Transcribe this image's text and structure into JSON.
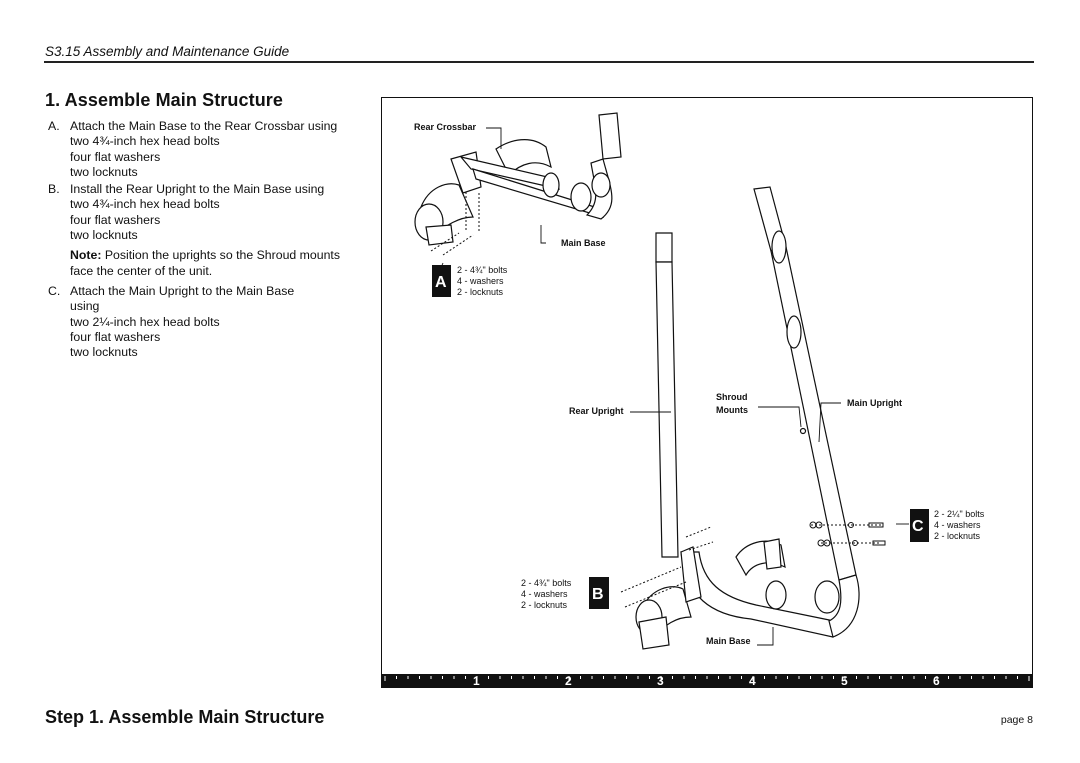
{
  "header": {
    "guide_title": "S3.15 Assembly and Maintenance Guide"
  },
  "section": {
    "heading": "1. Assemble Main Structure"
  },
  "steps": [
    {
      "letter": "A.",
      "lines": [
        "Attach the Main Base to the Rear Crossbar using",
        "two 4¾-inch hex head bolts",
        "four flat washers",
        "two locknuts"
      ]
    },
    {
      "letter": "B.",
      "lines": [
        "Install the Rear Upright to the Main Base using",
        "two 4¾-inch hex head bolts",
        "four flat washers",
        "two locknuts"
      ]
    },
    {
      "letter": "C.",
      "lines": [
        "Attach the Main Upright to the Main Base",
        "using",
        "two 2¼-inch hex head bolts",
        "four flat washers",
        "two locknuts"
      ]
    }
  ],
  "note": {
    "label": "Note:",
    "text": "Position the uprights so the Shroud mounts face the center of the unit."
  },
  "diagram": {
    "labels": {
      "rear_crossbar": "Rear Crossbar",
      "main_base_top": "Main Base",
      "rear_upright": "Rear Upright",
      "shroud": "Shroud",
      "mounts": "Mounts",
      "main_upright": "Main Upright",
      "main_base_bottom": "Main Base"
    },
    "callouts": [
      {
        "letter": "A",
        "lines": [
          "2 - 4¾\" bolts",
          "4 - washers",
          "2  - locknuts"
        ]
      },
      {
        "letter": "B",
        "lines": [
          "2 - 4¾\" bolts",
          "4 - washers",
          "2  - locknuts"
        ]
      },
      {
        "letter": "C",
        "lines": [
          "2 - 2¼\" bolts",
          "4 - washers",
          "2  - locknuts"
        ]
      }
    ],
    "ruler_numbers": [
      "1",
      "2",
      "3",
      "4",
      "5",
      "6"
    ]
  },
  "footer": {
    "step_title": "Step 1. Assemble Main Structure",
    "page": "page 8"
  },
  "colors": {
    "ink": "#111111",
    "paper": "#ffffff"
  }
}
